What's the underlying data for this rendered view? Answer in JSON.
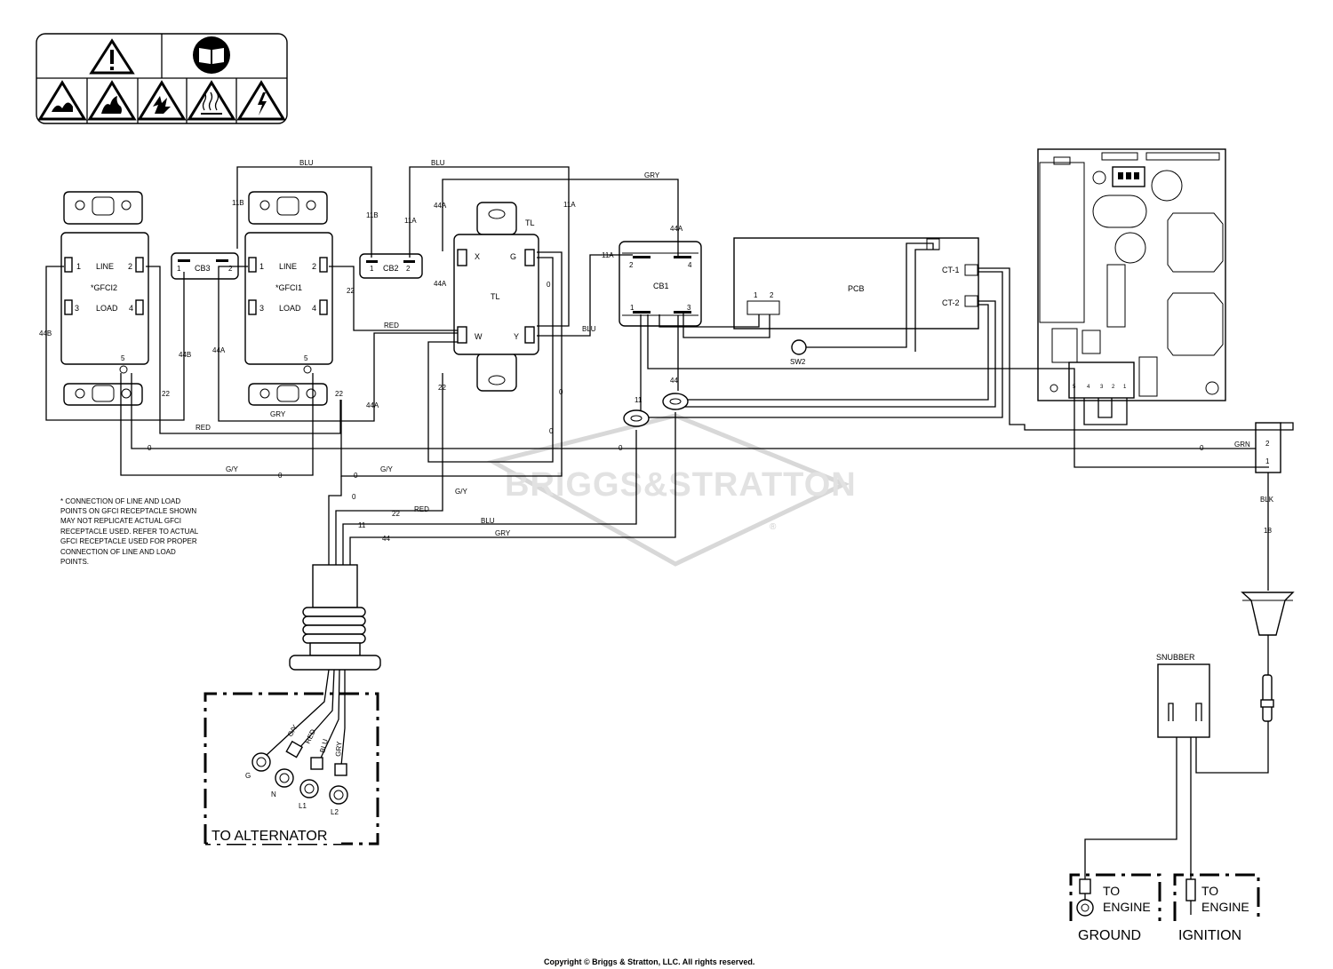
{
  "watermark": {
    "text": "BRIGGS&STRATTON",
    "reg": "®"
  },
  "components": {
    "gfci2": {
      "name": "*GFCI2",
      "line": "LINE",
      "load": "LOAD",
      "t1": "1",
      "t2": "2",
      "t3": "3",
      "t4": "4",
      "t5": "5"
    },
    "gfci1": {
      "name": "*GFCI1",
      "line": "LINE",
      "load": "LOAD",
      "t1": "1",
      "t2": "2",
      "t3": "3",
      "t4": "4",
      "t5": "5"
    },
    "cb3": {
      "name": "CB3",
      "t1": "1",
      "t2": "2"
    },
    "cb2": {
      "name": "CB2",
      "t1": "1",
      "t2": "2"
    },
    "cb1": {
      "name": "CB1",
      "t1": "1",
      "t2": "2",
      "t3": "3",
      "t4": "4"
    },
    "tl": {
      "name": "TL",
      "label_top": "TL",
      "x": "X",
      "g": "G",
      "w": "W",
      "y": "Y"
    },
    "pcb": {
      "name": "PCB",
      "ct1": "CT-1",
      "ct2": "CT-2",
      "p1": "1",
      "p2": "2",
      "sw2": "SW2"
    },
    "board_connector": {
      "p5": "5",
      "p4": "4",
      "p3": "3",
      "p2": "2",
      "p1": "1"
    },
    "right_connector": {
      "p2": "2",
      "p1": "1"
    },
    "snubber": "SNUBBER",
    "to_alternator": "TO ALTERNATOR",
    "to_engine_ground": {
      "line1": "TO",
      "line2": "ENGINE",
      "caption": "GROUND"
    },
    "to_engine_ignition": {
      "line1": "TO",
      "line2": "ENGINE",
      "caption": "IGNITION"
    },
    "alternator_leads": {
      "gy": "G/Y",
      "red": "RED",
      "blu": "BLU",
      "gry": "GRY",
      "g": "G",
      "n": "N",
      "l1": "L1",
      "l2": "L2"
    }
  },
  "wires": {
    "blu": "BLU",
    "gry": "GRY",
    "red": "RED",
    "gy": "G/Y",
    "grn": "GRN",
    "blk": "BLK",
    "w11a": "11A",
    "w11b": "11B",
    "w44a": "44A",
    "w44b": "44B",
    "w22": "22",
    "w0": "0",
    "w11": "11",
    "w44": "44",
    "w18": "18"
  },
  "note": {
    "lines": [
      "* CONNECTION OF LINE AND LOAD",
      "POINTS  ON GFCI  RECEPTACLE SHOWN",
      "MAY NOT REPLICATE ACTUAL GFCI",
      "RECEPTACLE USED.  REFER TO ACTUAL",
      "GFCI RECEPTACLE USED FOR PROPER",
      "CONNECTION OF LINE AND LOAD",
      "POINTS."
    ]
  },
  "copyright": "Copyright © Briggs & Stratton, LLC. All rights reserved."
}
